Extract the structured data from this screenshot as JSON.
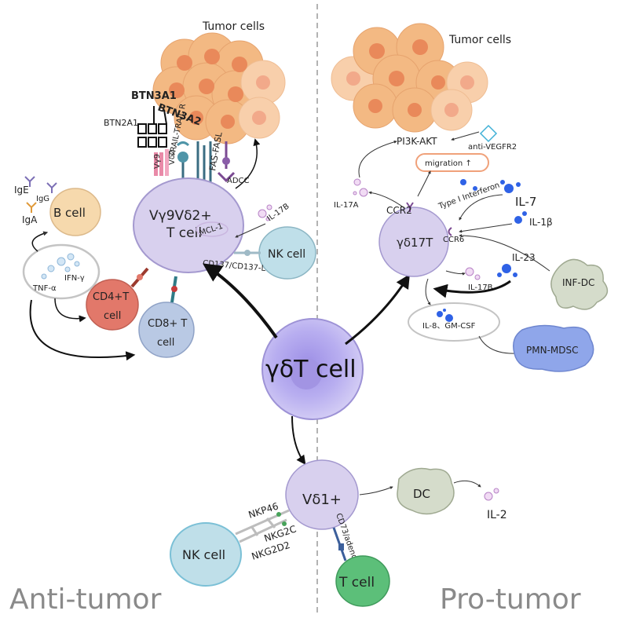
{
  "sections": {
    "anti_tumor": "Anti-tumor",
    "pro_tumor": "Pro-tumor"
  },
  "center": {
    "label": "γδT cell"
  },
  "left": {
    "tumor_cells": "Tumor cells",
    "vg9vd2_line1": "Vγ9Vδ2+",
    "vg9vd2_line2": "T cell",
    "btn3a1": "BTN3A1",
    "btn3a2": "BTN3A2",
    "btn2a1": "BTN2A1",
    "vg9": "Vγ9",
    "vd2": "Vδ2",
    "trail": "TRAIL-TRAIL R",
    "fas": "FAS-FASL",
    "adcc": "ADCC",
    "mcl1": "MCL-1",
    "il17b": "IL-17B",
    "nk_cell": "NK cell",
    "cd137": "CD137/CD137-L",
    "b_cell": "B cell",
    "ige": "IgE",
    "igg": "IgG",
    "iga": "IgA",
    "ifng": "IFN-γ",
    "tnfa": "TNF-α",
    "cd4_line1": "CD4+T",
    "cd4_line2": "cell",
    "cd8_line1": "CD8+ T",
    "cd8_line2": "cell"
  },
  "right": {
    "tumor_cells": "Tumor cells",
    "pi3k": "PI3K-AKT",
    "anti_vegfr2": "anti-VEGFR2",
    "migration": "migration ↑",
    "il17a": "IL-17A",
    "type1ifn": "Type I Interferon",
    "il7": "IL-7",
    "il1b": "IL-1β",
    "ccr2": "CCR2",
    "ccr6": "CCR6",
    "gd17t": "γδ17T",
    "il23": "IL-23",
    "il17b": "IL-17B",
    "infdc": "INF-DC",
    "il8gmcsf": "IL-8、GM-CSF",
    "pmn": "PMN-MDSC"
  },
  "bottom": {
    "vd1": "Vδ1+",
    "dc": "DC",
    "il2": "IL-2",
    "nkp46": "NKP46",
    "nkg2c": "NKG2C",
    "nkg2d2": "NKG2D2",
    "cd73": "CD73/adenosine",
    "nk_cell": "NK cell",
    "t_cell": "T cell"
  },
  "colors": {
    "purple": "#c9c0e6",
    "purple_dark": "#b3a8e8",
    "tumor": "#f3b983",
    "tumor_core": "#e9895a",
    "nk": "#bfdfe9",
    "bcell": "#f6d9ad",
    "cd4": "#e2786a",
    "cd8": "#b9c9e4",
    "dc": "#d5dccb",
    "pmn": "#8fa6ea",
    "tcell": "#5cbf79"
  }
}
